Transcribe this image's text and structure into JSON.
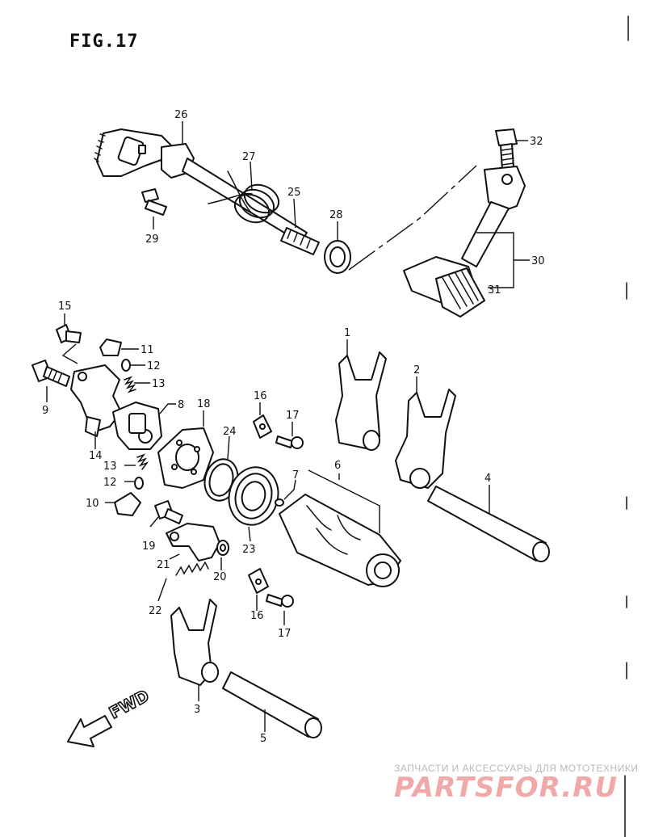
{
  "figure": {
    "title": "FIG.17"
  },
  "callouts": [
    "1",
    "2",
    "3",
    "4",
    "5",
    "6",
    "7",
    "8",
    "9",
    "10",
    "11",
    "12",
    "13",
    "14",
    "15",
    "16",
    "17",
    "18",
    "19",
    "20",
    "21",
    "22",
    "23",
    "24",
    "25",
    "26",
    "27",
    "28",
    "29",
    "30",
    "31",
    "32"
  ],
  "direction": {
    "label": "FWD"
  },
  "watermark": {
    "tagline": "ЗАПЧАСТИ И АКСЕССУАРЫ ДЛЯ МОТОТЕХНИКИ",
    "brand": "PARTSFOR.RU"
  }
}
